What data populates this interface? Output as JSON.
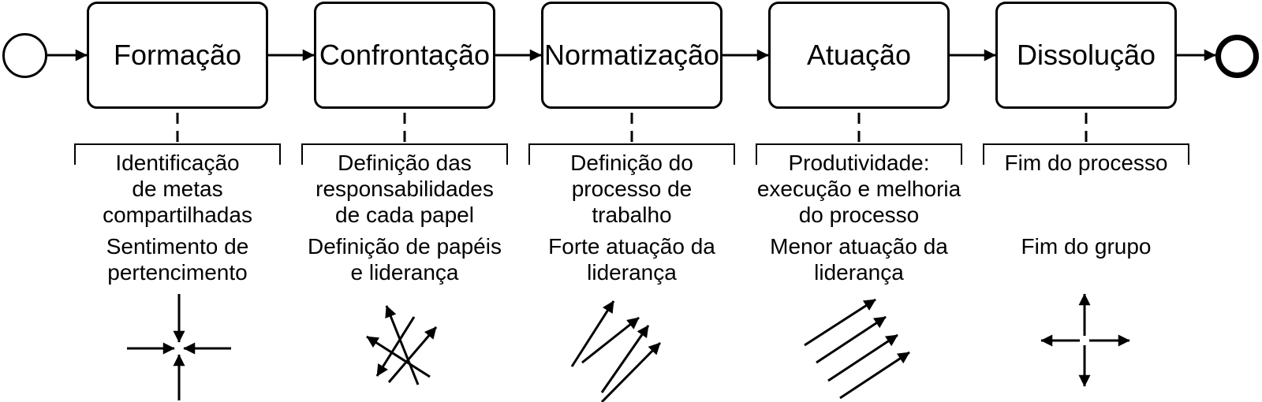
{
  "diagram_type": "process-flow",
  "language": "pt-BR",
  "colors": {
    "stroke": "#000000",
    "background": "#ffffff"
  },
  "flow": {
    "start_node": "start-event",
    "end_node": "end-event",
    "connector_style": "solid-arrow"
  },
  "stages": [
    {
      "label": "Formação",
      "annotation_primary": "Identificação\nde metas\ncompartilhadas",
      "annotation_secondary": "Sentimento de\npertencimento",
      "icon": "converging-arrows"
    },
    {
      "label": "Confrontação",
      "annotation_primary": "Definição das\nresponsabilidades\nde cada papel",
      "annotation_secondary": "Definição de papéis\ne liderança",
      "icon": "crossing-arrows"
    },
    {
      "label": "Normatização",
      "annotation_primary": "Definição do\nprocesso de\ntrabalho",
      "annotation_secondary": "Forte atuação da\nliderança",
      "icon": "aligned-arrows"
    },
    {
      "label": "Atuação",
      "annotation_primary": "Produtividade:\nexecução e melhoria\ndo processo",
      "annotation_secondary": "Menor atuação da\nliderança",
      "icon": "parallel-arrows"
    },
    {
      "label": "Dissolução",
      "annotation_primary": "Fim do processo",
      "annotation_secondary": "Fim do grupo",
      "icon": "diverging-arrows"
    }
  ]
}
